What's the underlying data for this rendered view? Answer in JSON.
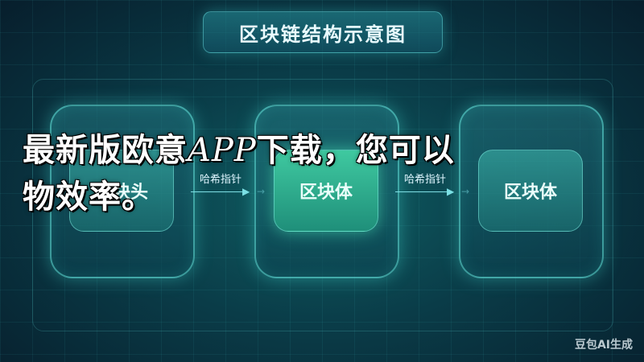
{
  "title": "区块链结构示意图",
  "blocks": [
    {
      "label": "区块头"
    },
    {
      "label": "区块体"
    },
    {
      "label": "区块体"
    }
  ],
  "links": [
    {
      "label": "哈希指针"
    },
    {
      "label": "哈希指针"
    }
  ],
  "overlay": {
    "line1_a": "最新版欧意",
    "line1_b": "APP",
    "line1_c": "下载，您可以",
    "line2": "物效率。"
  },
  "watermark": "豆包AI生成",
  "colors": {
    "background": "#0a3c48",
    "accent": "#5fd6d6",
    "active_block": "#3fc9a0"
  },
  "icons": [
    "arrow-right-icon"
  ]
}
